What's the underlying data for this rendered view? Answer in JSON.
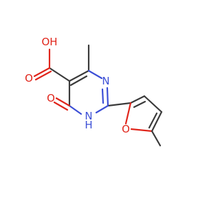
{
  "molecule": {
    "atoms": {
      "oh": {
        "text": "OH",
        "color": "#e0251b"
      },
      "o_carbonyl_acid": {
        "text": "O",
        "color": "#e0251b"
      },
      "o_ketone": {
        "text": "O",
        "color": "#e0251b"
      },
      "n_ring": {
        "text": "N",
        "color": "#3c4fd6"
      },
      "nh_ring": {
        "text": "N",
        "color": "#3c4fd6"
      },
      "h_ring": {
        "text": "H",
        "color": "#3c4fd6"
      },
      "o_furan": {
        "text": "O",
        "color": "#e0251b"
      }
    },
    "colors": {
      "carbon_bond": "#3a3a3a",
      "oxygen": "#e0251b",
      "nitrogen": "#3c4fd6",
      "background": "#ffffff"
    }
  }
}
